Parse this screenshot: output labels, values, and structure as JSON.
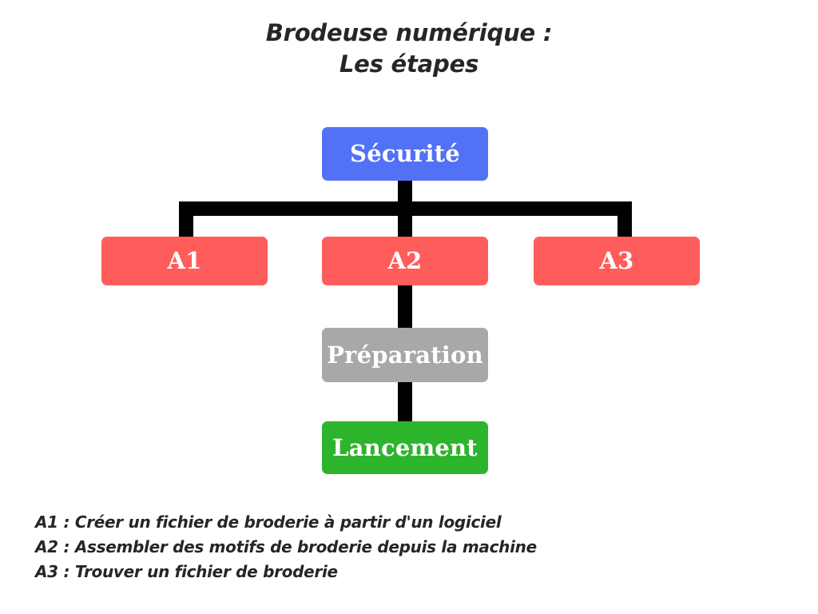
{
  "title": {
    "line1": "Brodeuse numérique :",
    "line2": "Les étapes"
  },
  "colors": {
    "background": "#ffffff",
    "text": "#262626",
    "connector": "#000000",
    "securite": "#5271f5",
    "action": "#ff5c5c",
    "preparation": "#a8a8a8",
    "lancement": "#2db42d",
    "node_text": "#ffffff"
  },
  "diagram": {
    "type": "flowchart-tree",
    "root": "Sécurité",
    "nodes": [
      {
        "id": "securite",
        "label": "Sécurité",
        "color": "#5271f5",
        "level": 0
      },
      {
        "id": "a1",
        "label": "A1",
        "color": "#ff5c5c",
        "level": 1
      },
      {
        "id": "a2",
        "label": "A2",
        "color": "#ff5c5c",
        "level": 1
      },
      {
        "id": "a3",
        "label": "A3",
        "color": "#ff5c5c",
        "level": 1
      },
      {
        "id": "preparation",
        "label": "Préparation",
        "color": "#a8a8a8",
        "level": 2
      },
      {
        "id": "lancement",
        "label": "Lancement",
        "color": "#2db42d",
        "level": 3
      }
    ],
    "edges": [
      {
        "from": "securite",
        "to": "a1"
      },
      {
        "from": "securite",
        "to": "a2"
      },
      {
        "from": "securite",
        "to": "a3"
      },
      {
        "from": "a2",
        "to": "preparation"
      },
      {
        "from": "preparation",
        "to": "lancement"
      }
    ]
  },
  "legend": {
    "lines": [
      "A1 : Créer un fichier de broderie à partir d'un logiciel",
      "A2 : Assembler des motifs de broderie depuis la machine",
      "A3 : Trouver un fichier de broderie"
    ]
  }
}
